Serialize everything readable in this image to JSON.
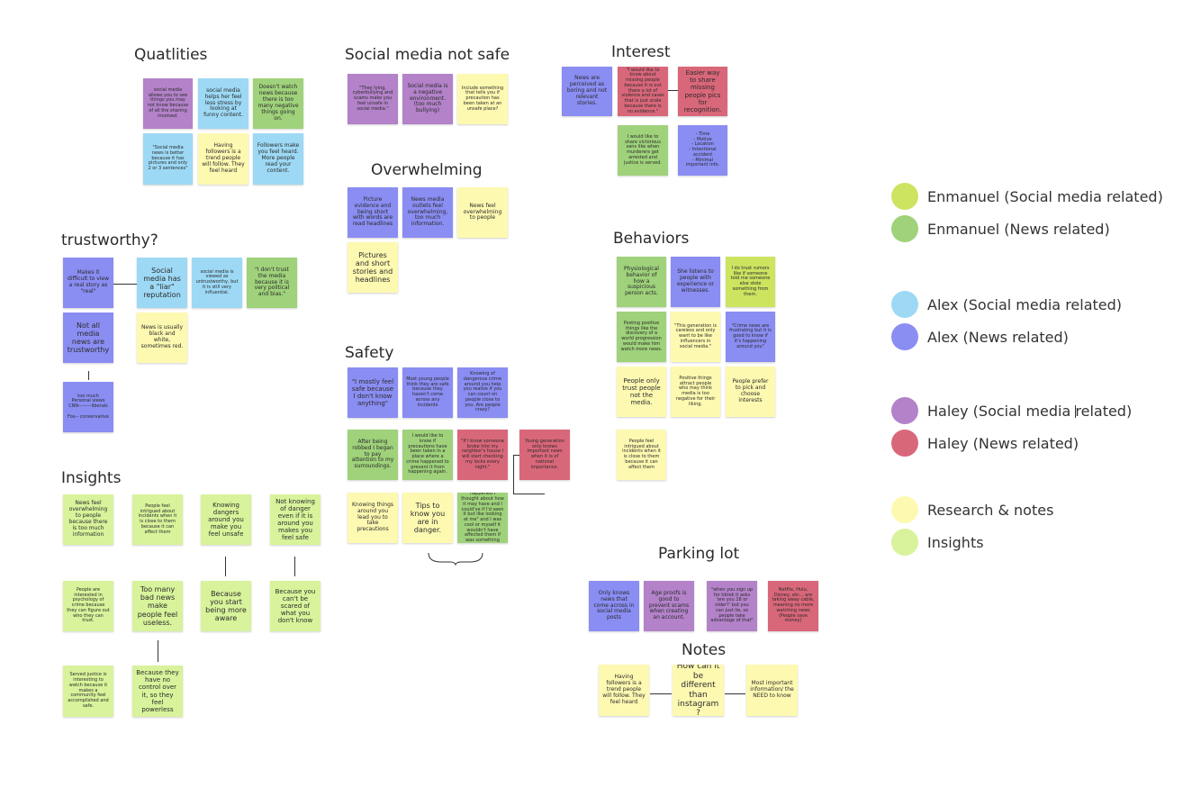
{
  "sections": {
    "qualities": "Quatlities",
    "social_not_safe": "Social media not safe",
    "interest": "Interest",
    "overwhelming": "Overwhelming",
    "trustworthy": "trustworthy?",
    "behaviors": "Behaviors",
    "safety": "Safety",
    "insights": "Insights",
    "parking_lot": "Parking lot",
    "notes": "Notes"
  },
  "notes": {
    "q1": "social media allows you to see things you may not know because of all the sharing involved.",
    "q2": "social media helps her feel less stress by looking at funny content.",
    "q3": "Doesn't watch news because there is too many negative things going on.",
    "q4": "\"Social media news is better because it has pictures and only 2 or 3 sentences\"",
    "q5": "Having followers is a trend people will follow. They feel heard",
    "q6": "Followers make you feel heard. More people read your content.",
    "sm1": "\"They lying, cyberbullying and scams make you feel unsafe in social media.\"",
    "sm2": "Social media is a negative environment. (too much bullying)",
    "sm3": "Include something that tells you if precaution has been taken at an unsafe place?",
    "in1": "News are perceived as boring and not relevant stories.",
    "in2": "\"I would like to know about missing people because it is out there a lot of violence and cases that is just scale because there is no evidence.\"",
    "in3": "Easier way to share missing people pics for recognition.",
    "in4": "I would like to share victorious sans like when murderers get arrested and justice is served.",
    "in5": "- Time\n- Motive\n- Location\n- Intentional accident\n- Minimal important info.",
    "ov1": "Picture evidence and being short with words are read headlines",
    "ov2": "News media outlets feel overwhelming, too much information.",
    "ov3": "News feel overwhelming to people",
    "ov4": "Pictures and short stories and headlines",
    "tr1": "Makes it difficult to view a real story as \"real\"",
    "tr2": "Social media has a \"liar\" reputation",
    "tr3": "social media is viewed as untrustworthy, but it is still very influential.",
    "tr4": "\"I don't trust the media because it is very political and bias.\"",
    "tr5": "Not all media news are trustworthy",
    "tr6": "News is usually black and white, sometimes red.",
    "tr7": "too much\nPersonal views\nCNN--------liberals\n\nFox-- conservative",
    "be1": "Physiological behavior of how a suspicious person acts.",
    "be2": "She listens to people with experience or witnesses.",
    "be3": "I do trust rumors like if someone told me someone else stole something from them.",
    "be4": "Posting positive things like the discovery of a world progression would make him watch more news.",
    "be5": "\"This generation is careless and only want to be like influencers in social media.\"",
    "be6": "\"Crime news are frustrating but it is good to know if it's happening around you\"",
    "be7": "People only trust people not the media.",
    "be8": "Positive things attract people who may think media is too negative for their liking.",
    "be9": "People prefer to pick and choose interests",
    "be10": "People feel intrigued about incidents when it is close to them because it can affect them",
    "sa1": "\"I mostly feel safe because I don't know anything\"",
    "sa2": "Most young people think they are safe because they haven't come across any incidents",
    "sa3": "Knowing of dangerous crime around you help you realize if you can count on people close to you. Are people crazy?",
    "sa4": "After being robbed I began to pay attention to my surroundings.",
    "sa5": "I would like to know if precautions have been taken in a place where a crime happened to prevent it from happening again.",
    "sa6": "\"If I know someone broke into my neighbor's house I will start checking my locks every night.\"",
    "sa7": "Young generation only knows important news when it is of national importance.",
    "sa8": "Knowing things around you lead you to take precautions",
    "sa9": "Tips to know you are in danger.",
    "sa10": "\"After that happened I thought about how it may have and I could've if I'd seen it but like looking at me\" and I was cool or myself it wouldn't have affected them if was something up.\"",
    "is1": "News feel overwhelming to people because there is too much information",
    "is2": "People feel intrigued about incidents when it is close to them because it can affect them",
    "is3": "Knowing dangers around you make you feel unsafe",
    "is4": "Not knowing of danger even if it is around you makes you feel safe",
    "is5": "People are interested in psychology of crime because they can figure out who they can trust.",
    "is6": "Too many bad news make people feel useless.",
    "is7": "Because you start being more aware",
    "is8": "Because you can't be scared of what you don't know",
    "is9": "Served justice is interesting to watch because it makes a community feel accomplished and safe.",
    "is10": "Because they have no control over it, so they feel powerless",
    "pl1": "Only knows news that come across in social media posts",
    "pl2": "Age proofs is good to prevent scams when creating an account.",
    "pl3": "\"when you sign up for tiktok it asks 'are you 18 or older?' but you can just lie, so people take advantage of that\"",
    "pl4": "Netflix, Hulu, Disney, etc... are taking away cable, meaning no more watching news (People save money)",
    "no1": "Having followers is a trend people will follow. They feel heard",
    "no2": "How can it be different than instagram?",
    "no3": "Most important information/ the NEED to know"
  },
  "legend": [
    {
      "label": "Enmanuel (Social media related)",
      "color": "#cde461"
    },
    {
      "label": "Enmanuel (News related)",
      "color": "#9fd27b"
    },
    {
      "label": "Alex (Social media related)",
      "color": "#9dd9f5"
    },
    {
      "label": "Alex (News related)",
      "color": "#8a8df2"
    },
    {
      "label": "Haley (Social media related)",
      "color": "#b382c9"
    },
    {
      "label": "Haley (News related)",
      "color": "#d9677a"
    },
    {
      "label": "Research & notes",
      "color": "#fdf9b1"
    },
    {
      "label": "Insights",
      "color": "#d8f39b"
    }
  ]
}
